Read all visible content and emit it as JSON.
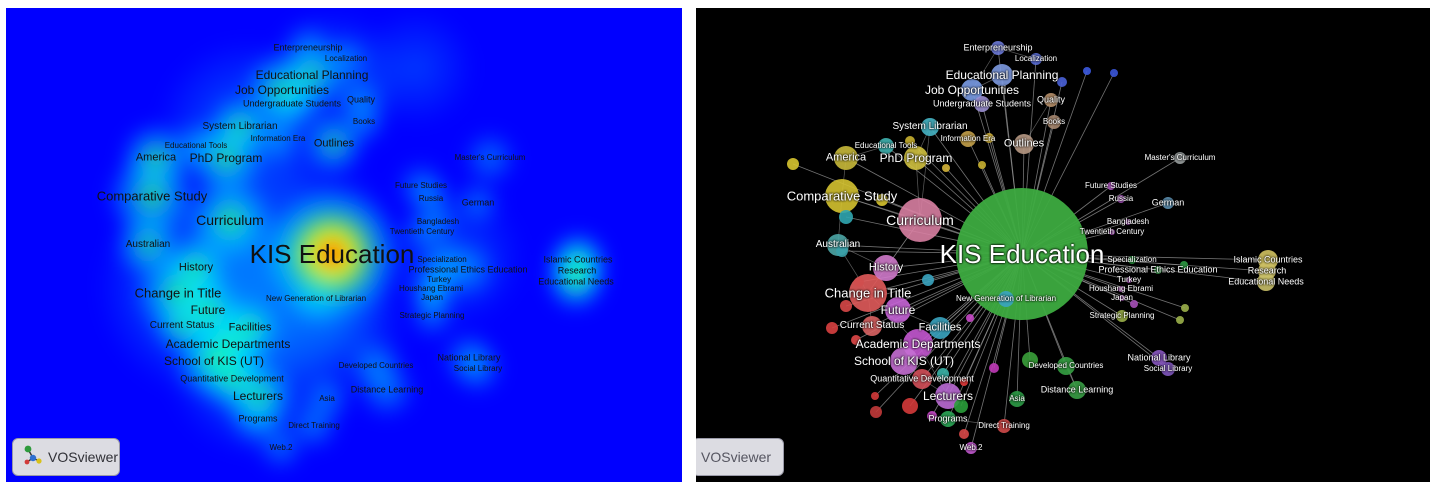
{
  "app": {
    "name": "VOSviewer"
  },
  "colors": {
    "density_background": "#0000ff",
    "network_background": "#000000",
    "links": "#9a9a9a"
  },
  "density_view": {
    "logo_text": "VOSviewer",
    "logo_icon": "vosviewer-logo-icon"
  },
  "network_view": {
    "logo_text": "VOSviewer"
  },
  "terms": [
    {
      "label": "KIS Education"
    },
    {
      "label": "Curriculum"
    },
    {
      "label": "Comparative Study"
    },
    {
      "label": "Change in Title"
    },
    {
      "label": "Academic Departments"
    },
    {
      "label": "School of KIS (UT)"
    },
    {
      "label": "Future"
    },
    {
      "label": "History"
    },
    {
      "label": "Lecturers"
    },
    {
      "label": "Job Opportunities"
    },
    {
      "label": "Educational Planning"
    },
    {
      "label": "PhD Program"
    },
    {
      "label": "America"
    },
    {
      "label": "Australian"
    },
    {
      "label": "Current Status"
    },
    {
      "label": "Facilities"
    },
    {
      "label": "Quantitative Development"
    },
    {
      "label": "Outlines"
    },
    {
      "label": "System Librarian"
    },
    {
      "label": "Information Era"
    },
    {
      "label": "Educational Tools"
    },
    {
      "label": "Undergraduate Students"
    },
    {
      "label": "Quality"
    },
    {
      "label": "Books"
    },
    {
      "label": "Enterpreneurship"
    },
    {
      "label": "Localization"
    },
    {
      "label": "Master's Curriculum"
    },
    {
      "label": "Future Studies"
    },
    {
      "label": "Russia"
    },
    {
      "label": "German"
    },
    {
      "label": "Bangladesh"
    },
    {
      "label": "Twentieth Century"
    },
    {
      "label": "Specialization"
    },
    {
      "label": "Professional Ethics Education"
    },
    {
      "label": "Turkey"
    },
    {
      "label": "Houshang Ebrami"
    },
    {
      "label": "Japan"
    },
    {
      "label": "New Generation of Librarian"
    },
    {
      "label": "Strategic Planning"
    },
    {
      "label": "Islamic Countries"
    },
    {
      "label": "Research"
    },
    {
      "label": "Educational Needs"
    },
    {
      "label": "National Library"
    },
    {
      "label": "Social Library"
    },
    {
      "label": "Developed Countries"
    },
    {
      "label": "Distance Learning"
    },
    {
      "label": "Asia"
    },
    {
      "label": "Programs"
    },
    {
      "label": "Direct Training"
    },
    {
      "label": "Web.2"
    }
  ]
}
